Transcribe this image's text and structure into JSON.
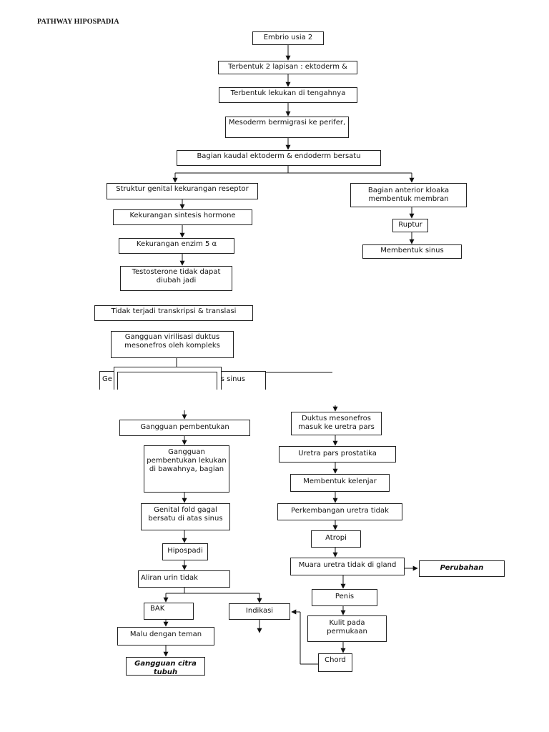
{
  "title": "PATHWAY HIPOSPADIA",
  "nodes": {
    "embrio": "Embrio usia 2",
    "lapisan": "Terbentuk 2 lapisan : ektoderm &",
    "lekukan_tengah": "Terbentuk lekukan di tengahnya",
    "mesoderm": "Mesoderm bermigrasi ke perifer,",
    "kaudal": "Bagian kaudal ektoderm & endoderm bersatu",
    "struktur_genital": "Struktur genital kekurangan reseptor",
    "anterior_kloaka": "Bagian anterior kloaka membentuk membran",
    "ruptur": "Ruptur",
    "membentuk_sinus": "Membentuk sinus",
    "sintesis_hormone": "Kekurangan sintesis hormone",
    "enzim": "Kekurangan enzim 5 α",
    "testosterone": "Testosterone tidak dapat diubah jadi",
    "transkripsi": "Tidak terjadi transkripsi & translasi",
    "virilisasi": "Gangguan virilisasi duktus mesonefros oleh kompleks",
    "fragment_left": "Ge",
    "fragment_right": "s sinus",
    "gangguan_pembentukan": "Gangguan pembentukan",
    "gangguan_lekukan": "Gangguan pembentukan lekukan di bawahnya, bagian",
    "genital_fold": "Genital fold gagal bersatu di atas sinus",
    "hipospadi": "Hipospadi",
    "aliran_urin": "Aliran urin tidak",
    "bak": "BAK",
    "indikasi": "Indikasi",
    "malu": "Malu dengan teman",
    "citra_tubuh": "Gangguan citra tubuh",
    "duktus": "Duktus mesonefros masuk ke uretra pars",
    "uretra_prostatika": "Uretra pars prostatika",
    "kelenjar": "Membentuk kelenjar",
    "perkembangan": "Perkembangan uretra tidak",
    "atropi": "Atropi",
    "muara": "Muara uretra tidak di gland",
    "perubahan": "Perubahan",
    "penis": "Penis",
    "kulit": "Kulit pada permukaan",
    "chord": "Chord"
  }
}
